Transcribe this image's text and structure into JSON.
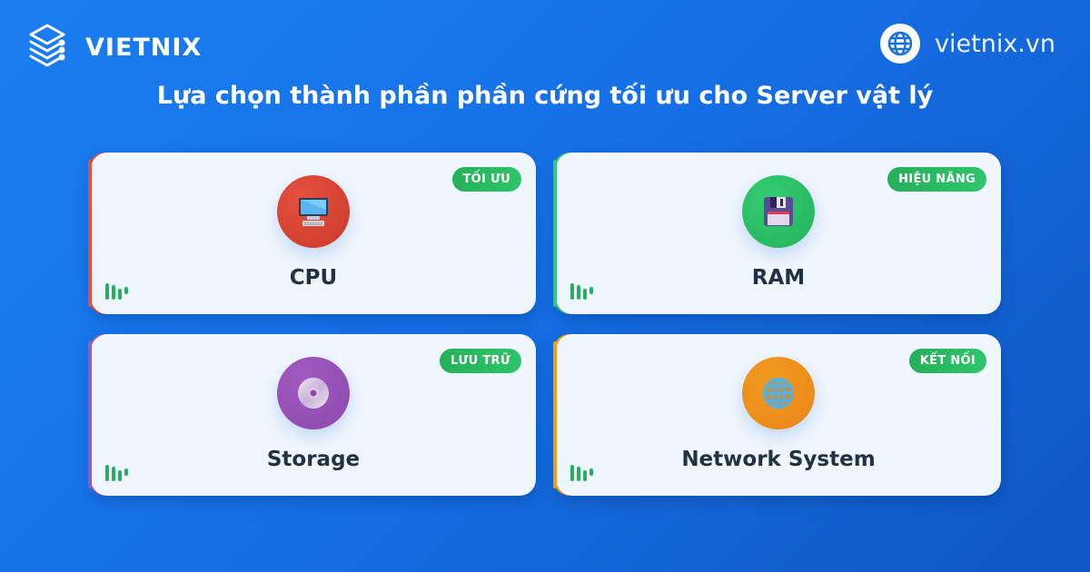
{
  "brand": {
    "logo_text": "VIETNIX",
    "logo_icon": "stacked-server-layers-icon",
    "website": "vietnix.vn",
    "website_icon": "globe-icon"
  },
  "title": "Lựa chọn thành phần phần cứng tối ưu cho Server vật lý",
  "colors": {
    "background_start": "#1a7df0",
    "background_end": "#0f57c4",
    "card_bg": "#f0f6fd",
    "badge_green": "#27ae60",
    "label_text": "#233242"
  },
  "cards": [
    {
      "label": "CPU",
      "badge": "TỐI ƯU",
      "icon": "desktop-computer-icon",
      "accent": "#e74c3c",
      "circle": "#d9402f"
    },
    {
      "label": "RAM",
      "badge": "HIỆU NĂNG",
      "icon": "floppy-disk-icon",
      "accent": "#2ecc71",
      "circle": "#2bbf66"
    },
    {
      "label": "Storage",
      "badge": "LƯU TRỮ",
      "icon": "optical-disc-icon",
      "accent": "#9b59b6",
      "circle": "#9450b3"
    },
    {
      "label": "Network System",
      "badge": "KẾT NỐI",
      "icon": "globe-icon",
      "accent": "#f39c12",
      "circle": "#ec8f1a"
    }
  ]
}
